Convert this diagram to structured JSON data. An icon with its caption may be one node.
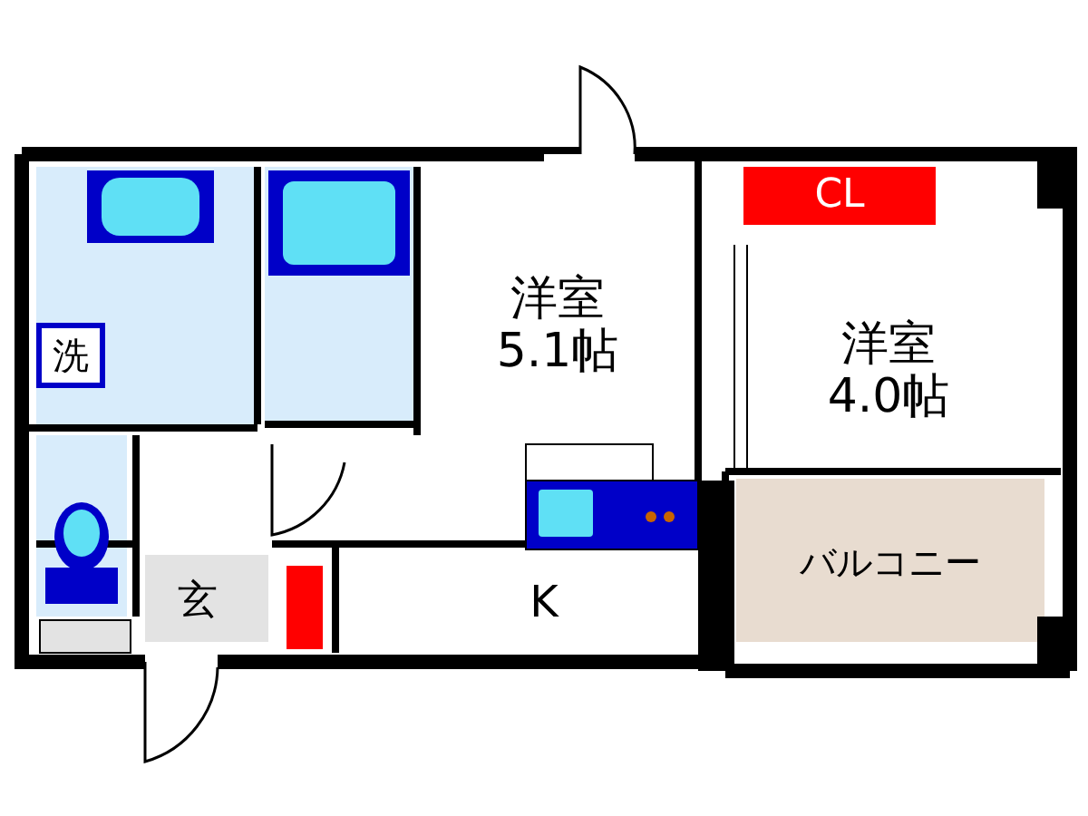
{
  "diagram": {
    "nodes": [
      {
        "text": [
          "洗"
        ]
      },
      {
        "text": [
          "洋室",
          "5.1帖"
        ]
      },
      {
        "text": [
          "CL"
        ]
      },
      {
        "text": [
          "洋室",
          "4.0帖"
        ]
      },
      {
        "text": [
          "バルコニー"
        ]
      },
      {
        "text": [
          "玄"
        ]
      },
      {
        "text": [
          "K"
        ]
      }
    ]
  }
}
